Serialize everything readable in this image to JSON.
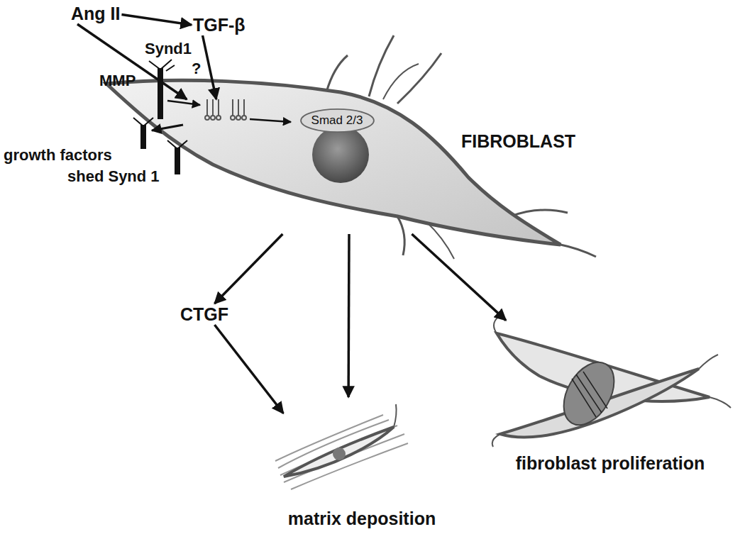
{
  "diagram": {
    "nodes": [
      {
        "text": [
          "Ang II"
        ]
      },
      {
        "text": [
          "TGF-β"
        ]
      },
      {
        "text": [
          "FIBROBLAST"
        ]
      },
      {
        "text": [
          "Smad 2/3"
        ],
        "in": 2
      },
      {
        "text": [
          "CTGF"
        ]
      },
      {
        "text": [
          "matrix deposition"
        ]
      },
      {
        "text": [
          "fibroblast proliferation"
        ]
      }
    ],
    "edges": [
      {
        "from": 0,
        "to": 1,
        "arrow": "to"
      },
      {
        "from": 0,
        "to": 2,
        "arrow": "to"
      },
      {
        "from": 1,
        "to": 2,
        "arrow": "to"
      },
      {
        "from": 2,
        "to": 4,
        "arrow": "to"
      },
      {
        "from": 4,
        "to": 5,
        "arrow": "to"
      },
      {
        "from": 2,
        "to": 5,
        "arrow": "to"
      },
      {
        "from": 2,
        "to": 6,
        "arrow": "to"
      }
    ],
    "labels": [
      "Synd1",
      "?",
      "MMP",
      "growth factors",
      "shed Synd 1"
    ]
  }
}
